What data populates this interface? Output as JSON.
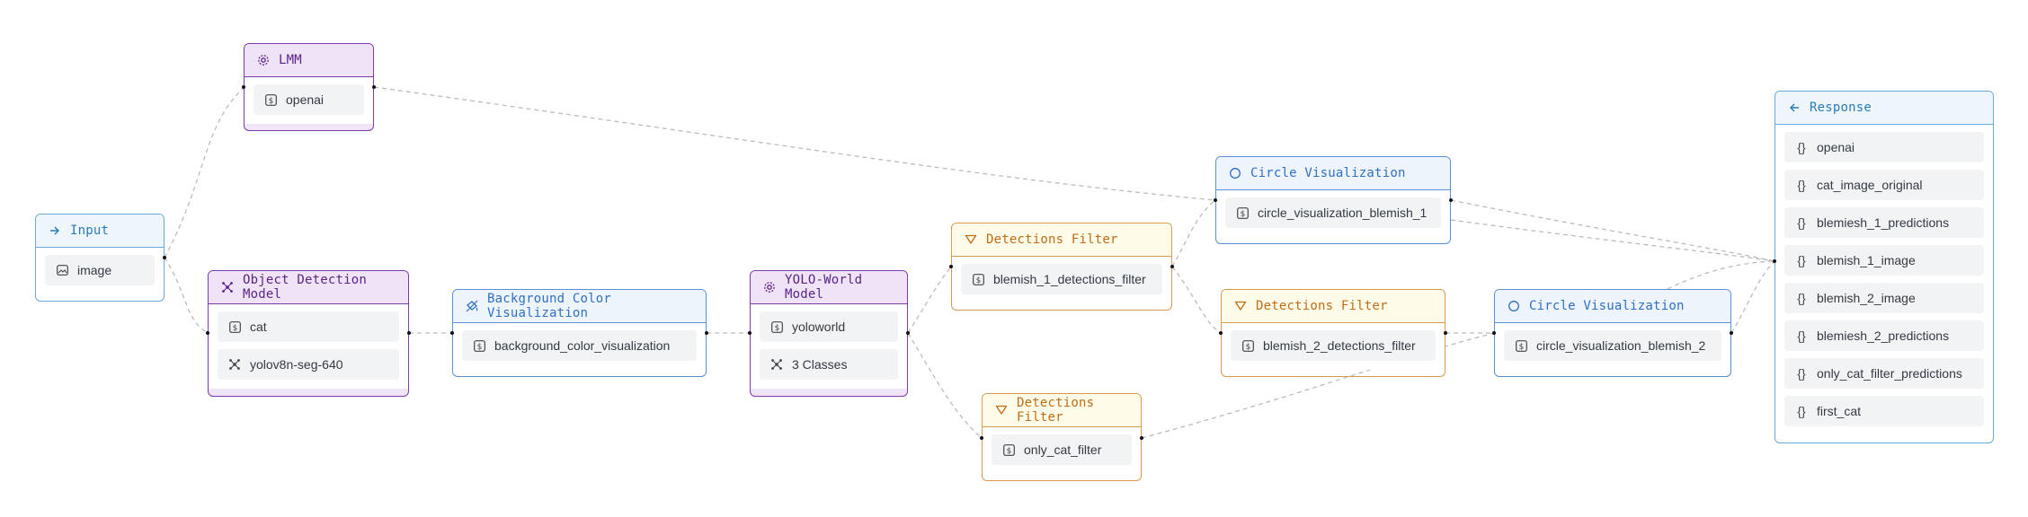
{
  "nodes": {
    "input": {
      "title": "Input",
      "rows": [
        "image"
      ]
    },
    "lmm": {
      "title": "LMM",
      "rows": [
        "openai"
      ]
    },
    "object_detection": {
      "title": "Object Detection Model",
      "rows": [
        "cat",
        "yolov8n-seg-640"
      ]
    },
    "background_color": {
      "title": "Background Color Visualization",
      "rows": [
        "background_color_visualization"
      ]
    },
    "yolo_world": {
      "title": "YOLO-World Model",
      "rows": [
        "yoloworld",
        "3 Classes"
      ]
    },
    "filter_blemish_1": {
      "title": "Detections Filter",
      "rows": [
        "blemish_1_detections_filter"
      ]
    },
    "filter_only_cat": {
      "title": "Detections Filter",
      "rows": [
        "only_cat_filter"
      ]
    },
    "circle_viz_1": {
      "title": "Circle Visualization",
      "rows": [
        "circle_visualization_blemish_1"
      ]
    },
    "filter_blemish_2": {
      "title": "Detections Filter",
      "rows": [
        "blemish_2_detections_filter"
      ]
    },
    "circle_viz_2": {
      "title": "Circle Visualization",
      "rows": [
        "circle_visualization_blemish_2"
      ]
    },
    "response": {
      "title": "Response",
      "rows": [
        "openai",
        "cat_image_original",
        "blemiesh_1_predictions",
        "blemish_1_image",
        "blemish_2_image",
        "blemiesh_2_predictions",
        "only_cat_filter_predictions",
        "first_cat"
      ]
    }
  },
  "icons": {
    "input": "arrow-right-icon",
    "lmm": "gear-icon",
    "object_detection": "network-icon",
    "background_color": "paint-bucket-icon",
    "yolo_world": "gear-icon",
    "detections_filter": "filter-icon",
    "circle_visualization": "circle-icon",
    "response": "arrow-left-icon",
    "row_image": "image-icon",
    "row_dollar": "dollar-box-icon",
    "row_model": "network-icon",
    "row_output": "braces-icon"
  },
  "colors": {
    "purple": "#7c3aad",
    "blue": "#5b8fd6",
    "orange": "#d99a4e",
    "cyan": "#6aa9d8",
    "edge": "#b8bcc2"
  }
}
